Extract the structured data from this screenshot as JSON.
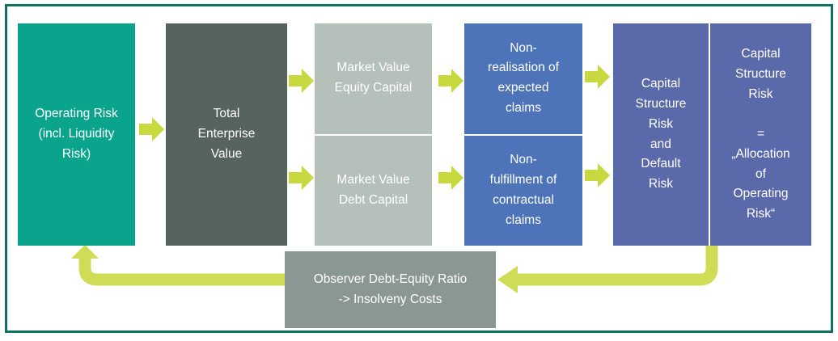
{
  "diagram": {
    "boxes": {
      "operating_risk": {
        "label": "Operating Risk\n(incl. Liquidity\nRisk)"
      },
      "total_enterprise_value": {
        "label": "Total\nEnterprise\nValue"
      },
      "market_value_equity": {
        "label": "Market Value\nEquity Capital"
      },
      "market_value_debt": {
        "label": "Market Value\nDebt Capital"
      },
      "non_realisation": {
        "label": "Non-\nrealisation of\nexpected\nclaims"
      },
      "non_fulfillment": {
        "label": "Non-\nfulfillment of\ncontractual\nclaims"
      },
      "capital_structure_default": {
        "label": "Capital\nStructure\nRisk\nand\nDefault\nRisk"
      },
      "capital_structure_allocation": {
        "label": "Capital\nStructure\nRisk\n\n=\n„Allocation\nof\nOperating\nRisk“"
      },
      "observer": {
        "label": "Observer Debt-Equity Ratio\n-> Insolveny Costs"
      }
    },
    "icons": {
      "right_arrow": "block-arrow-right",
      "feedback_arrow": "elbow-arrow-loop"
    },
    "colors": {
      "frame_border": "#0D7360",
      "operating_risk_box": "#0AA48D",
      "enterprise_value_box": "#57635E",
      "market_value_box": "#B6C0BB",
      "claims_box": "#4D73B9",
      "capital_structure_box": "#5A69A9",
      "observer_box": "#8B9792",
      "flow_arrow": "#C7D93F",
      "feedback_arrow": "#CEDD55",
      "text": "#FFFFFF"
    }
  }
}
